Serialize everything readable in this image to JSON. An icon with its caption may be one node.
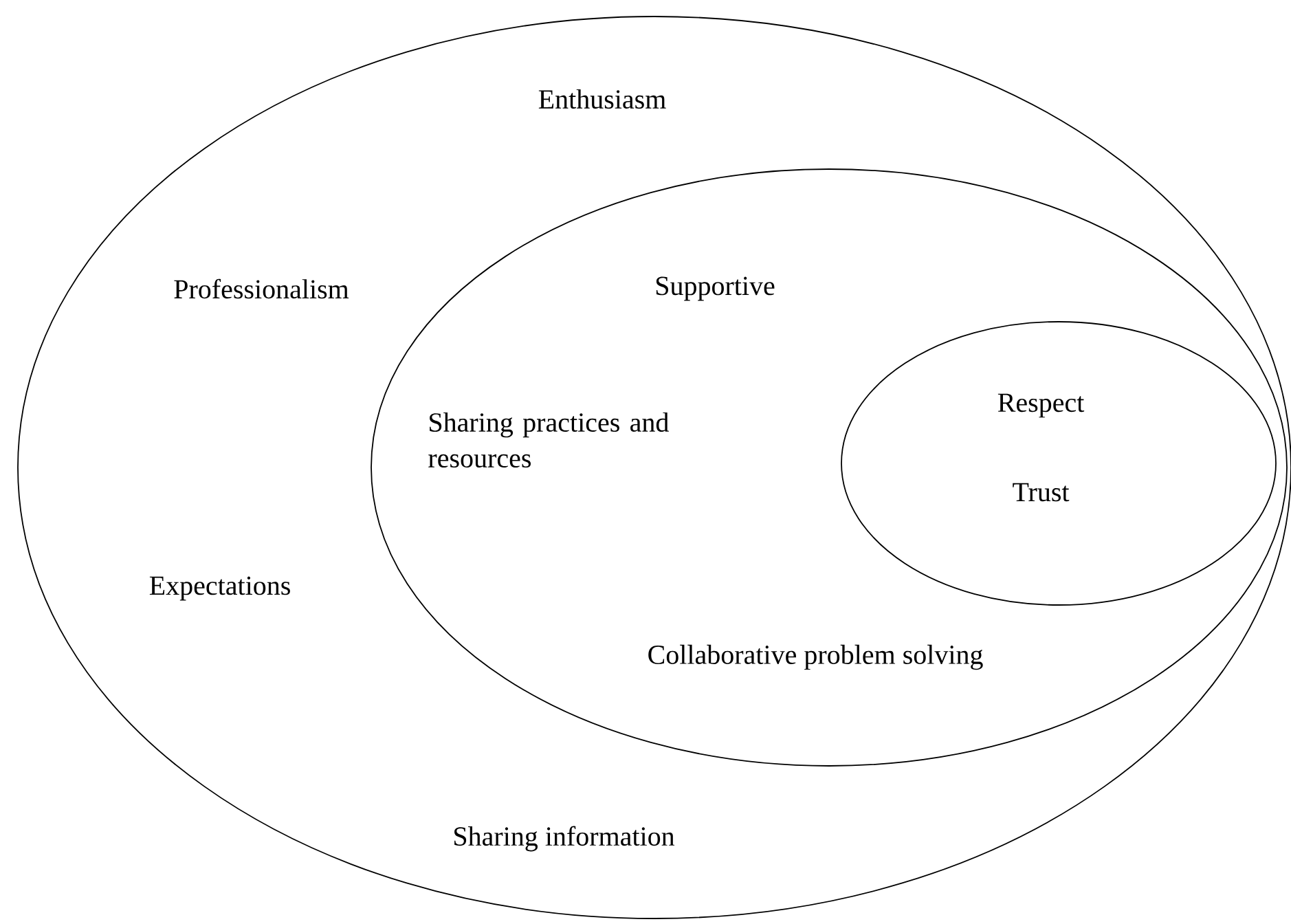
{
  "diagram": {
    "nodes": [
      {
        "text": [
          "Enthusiasm",
          "Professionalism",
          "Expectations",
          "Sharing information"
        ]
      },
      {
        "text": [
          "Supportive",
          "Sharing practices and resources",
          "Collaborative problem solving"
        ],
        "in": 0
      },
      {
        "text": [
          "Respect",
          "Trust"
        ],
        "in": 1
      }
    ]
  }
}
